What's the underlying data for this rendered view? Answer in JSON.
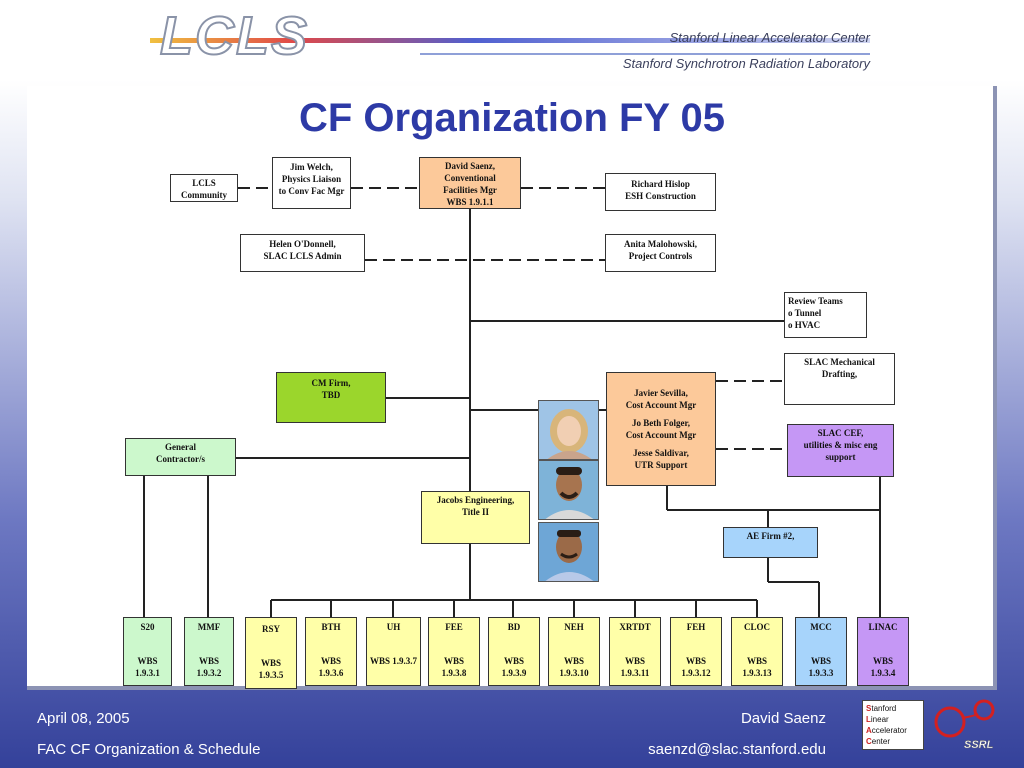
{
  "header": {
    "logo": "LCLS",
    "lab1": "Stanford Linear Accelerator Center",
    "lab2": "Stanford Synchrotron Radiation Laboratory"
  },
  "title": "CF Organization FY 05",
  "boxes": {
    "lcls": [
      "LCLS",
      "Community"
    ],
    "welch": [
      "Jim Welch,",
      "Physics Liaison",
      "to Conv Fac Mgr"
    ],
    "saenz": [
      "David Saenz,",
      "Conventional",
      "Facilities Mgr",
      "WBS 1.9.1.1"
    ],
    "hislop": [
      "Richard Hislop",
      "ESH Construction"
    ],
    "odonnell": [
      "Helen O'Donnell,",
      "SLAC LCLS Admin"
    ],
    "malo": [
      "Anita Malohowski,",
      "Project Controls"
    ],
    "review": [
      "Review Teams",
      "o Tunnel",
      "o HVAC"
    ],
    "mech": [
      "SLAC Mechanical",
      "Drafting,"
    ],
    "cm": [
      "CM Firm,",
      "TBD"
    ],
    "sevilla": [
      "Javier Sevilla,",
      "Cost Account Mgr",
      "",
      "Jo Beth Folger,",
      "Cost Account Mgr",
      "",
      "Jesse Saldivar,",
      "UTR Support"
    ],
    "cef": [
      "SLAC CEF,",
      "utilities & misc eng",
      "support"
    ],
    "gc": [
      "General",
      "Contractor/s"
    ],
    "jacobs": [
      "Jacobs Engineering,",
      "Title II"
    ],
    "ae": [
      "AE Firm #2,"
    ]
  },
  "wbs": [
    {
      "name": "S20",
      "wbs": [
        "WBS",
        "1.9.3.1"
      ]
    },
    {
      "name": "MMF",
      "wbs": [
        "WBS",
        "1.9.3.2"
      ]
    },
    {
      "name": "RSY",
      "wbs": [
        "WBS",
        "1.9.3.5"
      ]
    },
    {
      "name": "BTH",
      "wbs": [
        "WBS",
        "1.9.3.6"
      ]
    },
    {
      "name": "UH",
      "wbs": [
        "WBS 1.9.3.7"
      ]
    },
    {
      "name": "FEE",
      "wbs": [
        "WBS",
        "1.9.3.8"
      ]
    },
    {
      "name": "BD",
      "wbs": [
        "WBS",
        "1.9.3.9"
      ]
    },
    {
      "name": "NEH",
      "wbs": [
        "WBS",
        "1.9.3.10"
      ]
    },
    {
      "name": "XRTDT",
      "wbs": [
        "WBS",
        "1.9.3.11"
      ]
    },
    {
      "name": "FEH",
      "wbs": [
        "WBS",
        "1.9.3.12"
      ]
    },
    {
      "name": "CLOC",
      "wbs": [
        "WBS",
        "1.9.3.13"
      ]
    },
    {
      "name": "MCC",
      "wbs": [
        "WBS",
        "1.9.3.3"
      ]
    },
    {
      "name": "LINAC",
      "wbs": [
        "WBS",
        "1.9.3.4"
      ]
    }
  ],
  "footer": {
    "date": "April 08, 2005",
    "subtitle": "FAC CF Organization & Schedule",
    "author": "David Saenz",
    "email": "saenzd@slac.stanford.edu"
  },
  "ssrl_logo": {
    "lines": [
      "tanford",
      "inear",
      "ccelerator",
      "enter"
    ],
    "initials": [
      "S",
      "L",
      "A",
      "C"
    ],
    "ssrl": "SSRL"
  },
  "colors": {
    "title": "#2d3aa6",
    "manager": "#fcc99a",
    "yellow": "#ffffa8",
    "green": "#9bd62c",
    "light_green": "#ccf8cc",
    "lavender": "#c597f5",
    "blue": "#a7d4fb"
  },
  "icons": [
    "person-photo-1",
    "person-photo-2",
    "person-photo-3",
    "slac-ssrl-logo"
  ]
}
